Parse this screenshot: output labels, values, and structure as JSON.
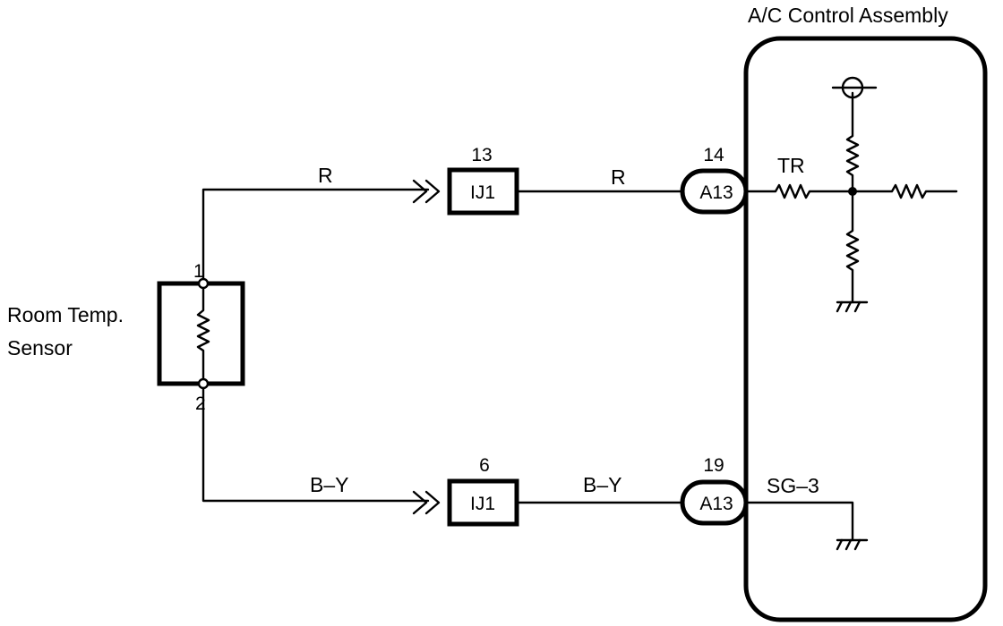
{
  "title": "A/C Control Assembly",
  "sensor": {
    "label_line1": "Room Temp.",
    "label_line2": "Sensor",
    "pin_top": "1",
    "pin_bottom": "2"
  },
  "junction_top": {
    "pin": "13",
    "name": "IJ1"
  },
  "junction_bottom": {
    "pin": "6",
    "name": "IJ1"
  },
  "connector_top": {
    "pin": "14",
    "name": "A13"
  },
  "connector_bottom": {
    "pin": "19",
    "name": "A13"
  },
  "wires": {
    "top_left": "R",
    "top_right": "R",
    "bottom_left": "B–Y",
    "bottom_right": "B–Y"
  },
  "terminals": {
    "top": "TR",
    "bottom": "SG–3"
  }
}
